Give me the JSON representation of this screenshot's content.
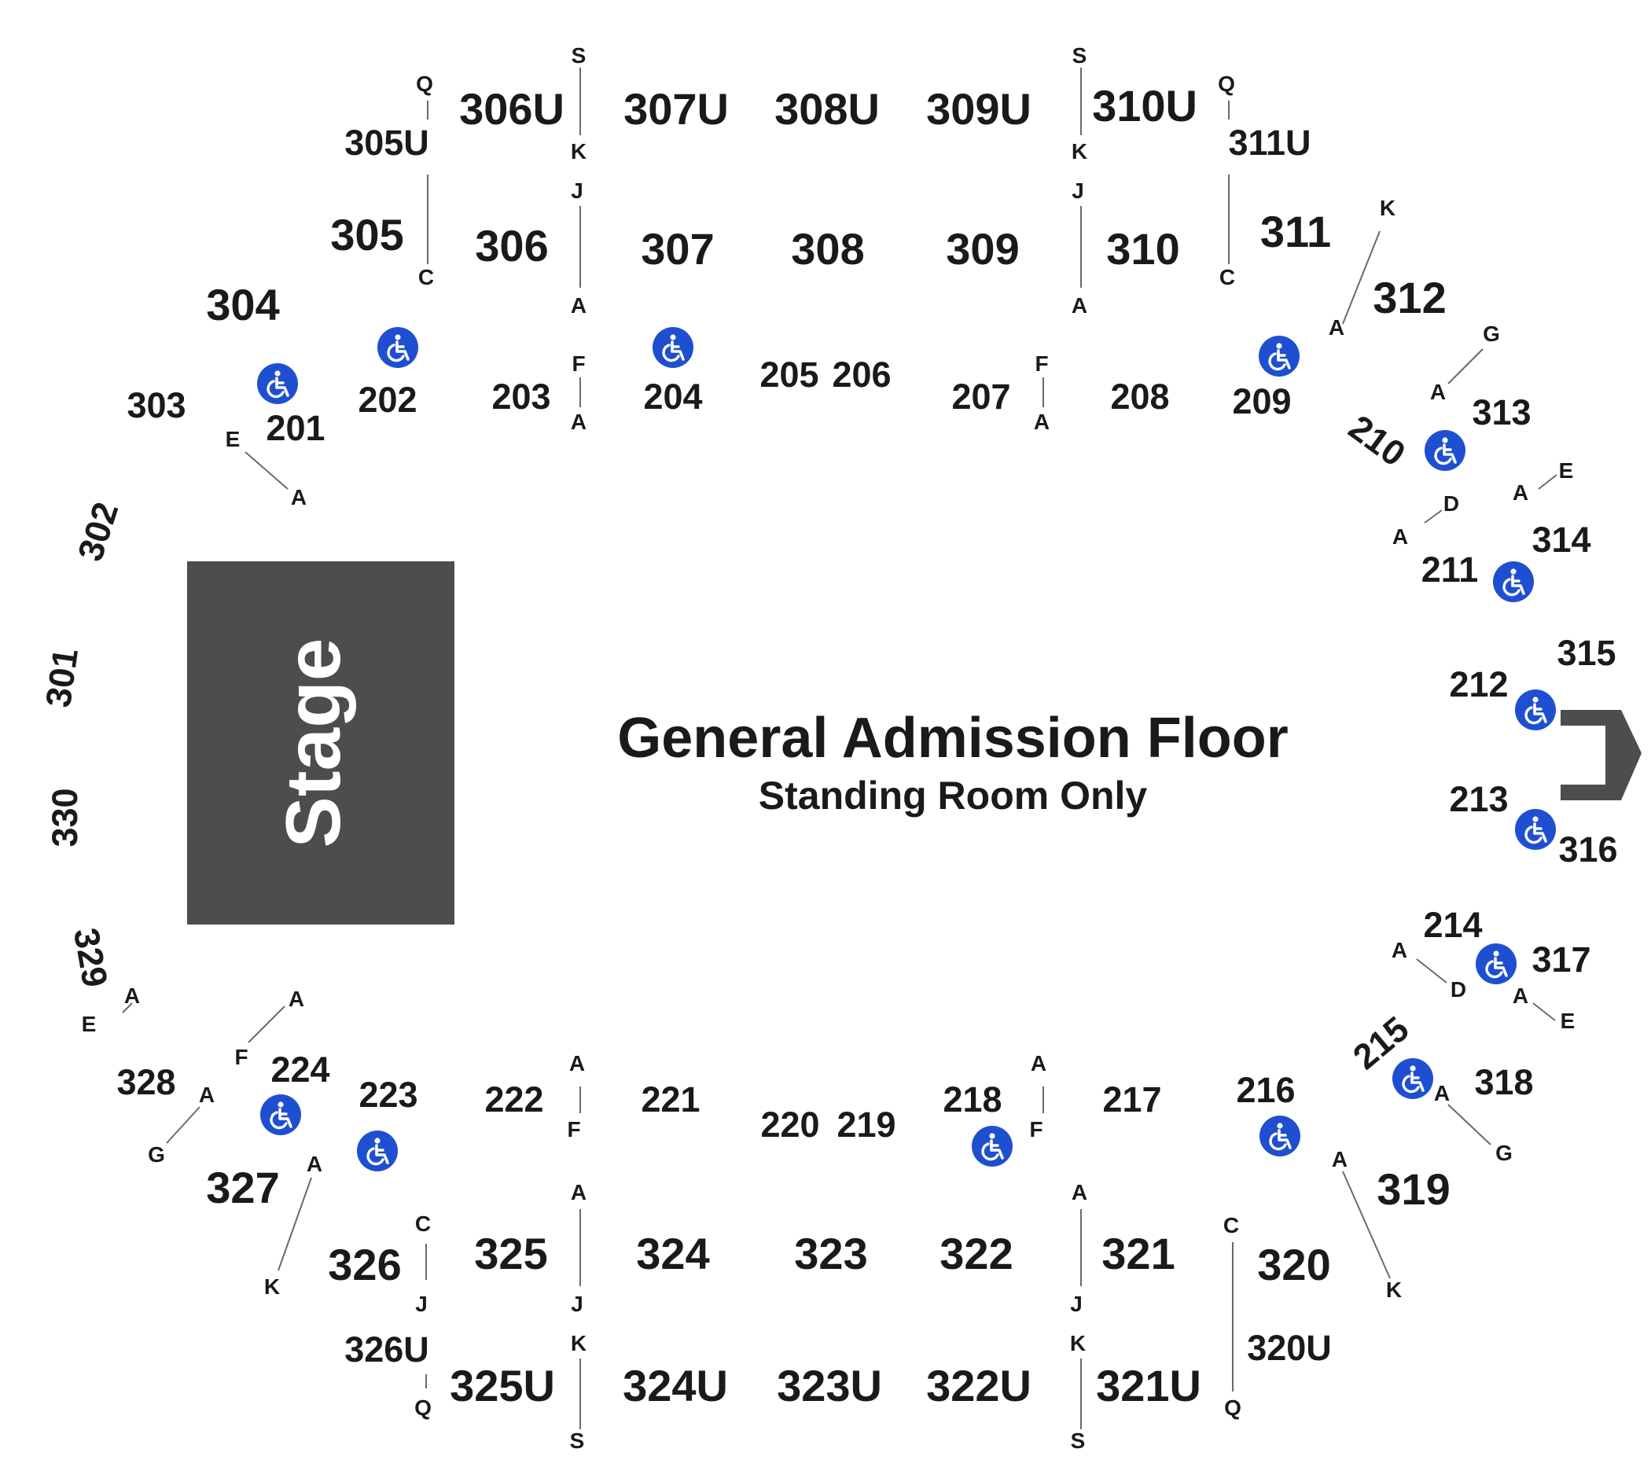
{
  "floor": {
    "title": "General Admission Floor",
    "subtitle": "Standing Room Only"
  },
  "stage": {
    "label": "Stage",
    "color": "#4d4d4d"
  },
  "colors": {
    "text": "#1a1a1a",
    "accessible": "#1f4fd1",
    "line": "#6a6a6a"
  },
  "accessible_icon": "wheelchair-icon",
  "sections": {
    "s306U": "306U",
    "s307U": "307U",
    "s308U": "308U",
    "s309U": "309U",
    "s310U": "310U",
    "s305U": "305U",
    "s311U": "311U",
    "s305": "305",
    "s306": "306",
    "s307": "307",
    "s308": "308",
    "s309": "309",
    "s310": "310",
    "s311": "311",
    "s304": "304",
    "s312": "312",
    "s313": "313",
    "s314": "314",
    "s315": "315",
    "s316": "316",
    "s317": "317",
    "s318": "318",
    "s319": "319",
    "s320": "320",
    "s320U": "320U",
    "s321": "321",
    "s322": "322",
    "s323": "323",
    "s324": "324",
    "s325": "325",
    "s326": "326",
    "s327": "327",
    "s321U": "321U",
    "s322U": "322U",
    "s323U": "323U",
    "s324U": "324U",
    "s325U": "325U",
    "s326U": "326U",
    "s328": "328",
    "s329": "329",
    "s330": "330",
    "s301": "301",
    "s302": "302",
    "s303": "303",
    "s201": "201",
    "s202": "202",
    "s203": "203",
    "s204": "204",
    "s205": "205",
    "s206": "206",
    "s207": "207",
    "s208": "208",
    "s209": "209",
    "s210": "210",
    "s211": "211",
    "s212": "212",
    "s213": "213",
    "s214": "214",
    "s215": "215",
    "s216": "216",
    "s217": "217",
    "s218": "218",
    "s219": "219",
    "s220": "220",
    "s221": "221",
    "s222": "222",
    "s223": "223",
    "s224": "224"
  },
  "rows": {
    "A": "A",
    "C": "C",
    "D": "D",
    "E": "E",
    "F": "F",
    "G": "G",
    "J": "J",
    "K": "K",
    "Q": "Q",
    "S": "S"
  }
}
